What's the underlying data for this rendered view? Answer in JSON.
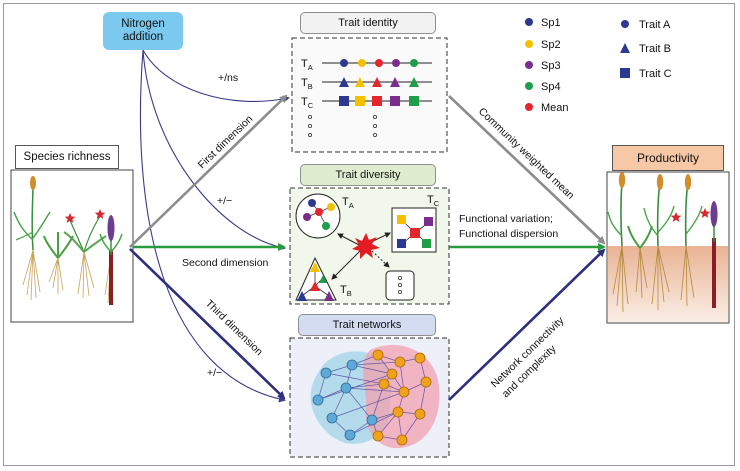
{
  "nodes": {
    "nitrogen_line1": "Nitrogen",
    "nitrogen_line2": "addition",
    "species_richness": "Species richness",
    "productivity": "Productivity",
    "trait_identity": "Trait identity",
    "trait_diversity": "Trait diversity",
    "trait_networks": "Trait networks"
  },
  "edges": {
    "first_dimension": "First dimension",
    "second_dimension": "Second dimension",
    "third_dimension": "Third dimension",
    "effect_identity": "+/ns",
    "effect_diversity": "+/−",
    "effect_networks": "+/−",
    "community_weighted_mean": "Community weighted mean",
    "functional_line1": "Functional variation;",
    "functional_line2": "Functional dispersion",
    "network_line1": "Network connectivity",
    "network_line2": "and complexity"
  },
  "trait_rows": [
    {
      "letter": "T",
      "sub": "A"
    },
    {
      "letter": "T",
      "sub": "B"
    },
    {
      "letter": "T",
      "sub": "C"
    }
  ],
  "diversity_labels": {
    "a": {
      "letter": "T",
      "sub": "A"
    },
    "b": {
      "letter": "T",
      "sub": "B"
    },
    "c": {
      "letter": "T",
      "sub": "C"
    }
  },
  "legend_species": [
    {
      "label": "Sp1",
      "color": "#2b3990"
    },
    {
      "label": "Sp2",
      "color": "#f5c000"
    },
    {
      "label": "Sp3",
      "color": "#7b2d8e"
    },
    {
      "label": "Sp4",
      "color": "#1f9e4a"
    },
    {
      "label": "Mean",
      "color": "#e3262b"
    }
  ],
  "legend_traits": [
    {
      "label": "Trait A",
      "shape": "circle"
    },
    {
      "label": "Trait B",
      "shape": "triangle"
    },
    {
      "label": "Trait C",
      "shape": "square"
    }
  ],
  "colors": {
    "nitrogen": "#7cc9ef",
    "identity_arrow": "#8c8c8c",
    "diversity_arrow": "#2a9a3f",
    "network_arrow": "#2e2e7e",
    "mean": "#e3262b",
    "network_blue": "#5fa8d8",
    "network_orange": "#f0a21c"
  }
}
